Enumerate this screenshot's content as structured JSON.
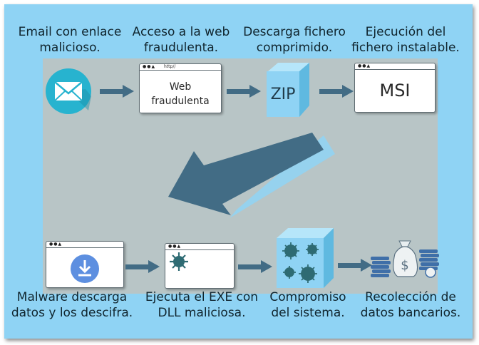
{
  "steps": [
    {
      "label_line1": "Email con enlace",
      "label_line2": "malicioso."
    },
    {
      "label_line1": "Acceso a la web",
      "label_line2": "fraudulenta.",
      "url": "http//",
      "window_text_line1": "Web",
      "window_text_line2": "fraudulenta"
    },
    {
      "label_line1": "Descarga fichero",
      "label_line2": "comprimido.",
      "cube_text": "ZIP"
    },
    {
      "label_line1": "Ejecución del",
      "label_line2": "fichero instalable.",
      "window_text": "MSI"
    },
    {
      "label_line1": "Malware descarga",
      "label_line2": "datos y los descifra."
    },
    {
      "label_line1": "Ejecuta el EXE con",
      "label_line2": "DLL maliciosa."
    },
    {
      "label_line1": "Compromiso",
      "label_line2": "del sistema."
    },
    {
      "label_line1": "Recolección de",
      "label_line2": "datos bancarios."
    }
  ],
  "colors": {
    "background": "#8fd3f4",
    "panel": "#b8c5c6",
    "arrow": "#426c85",
    "cube": "#8fd3f4",
    "virus": "#2e6b73",
    "email_circle": "#27b3cf",
    "download_circle": "#5d8fe0"
  },
  "icons": [
    "envelope-icon",
    "browser-window-icon",
    "zip-cube-icon",
    "msi-window-icon",
    "download-icon",
    "virus-icon",
    "infected-cube-icon",
    "money-bag-icon"
  ]
}
